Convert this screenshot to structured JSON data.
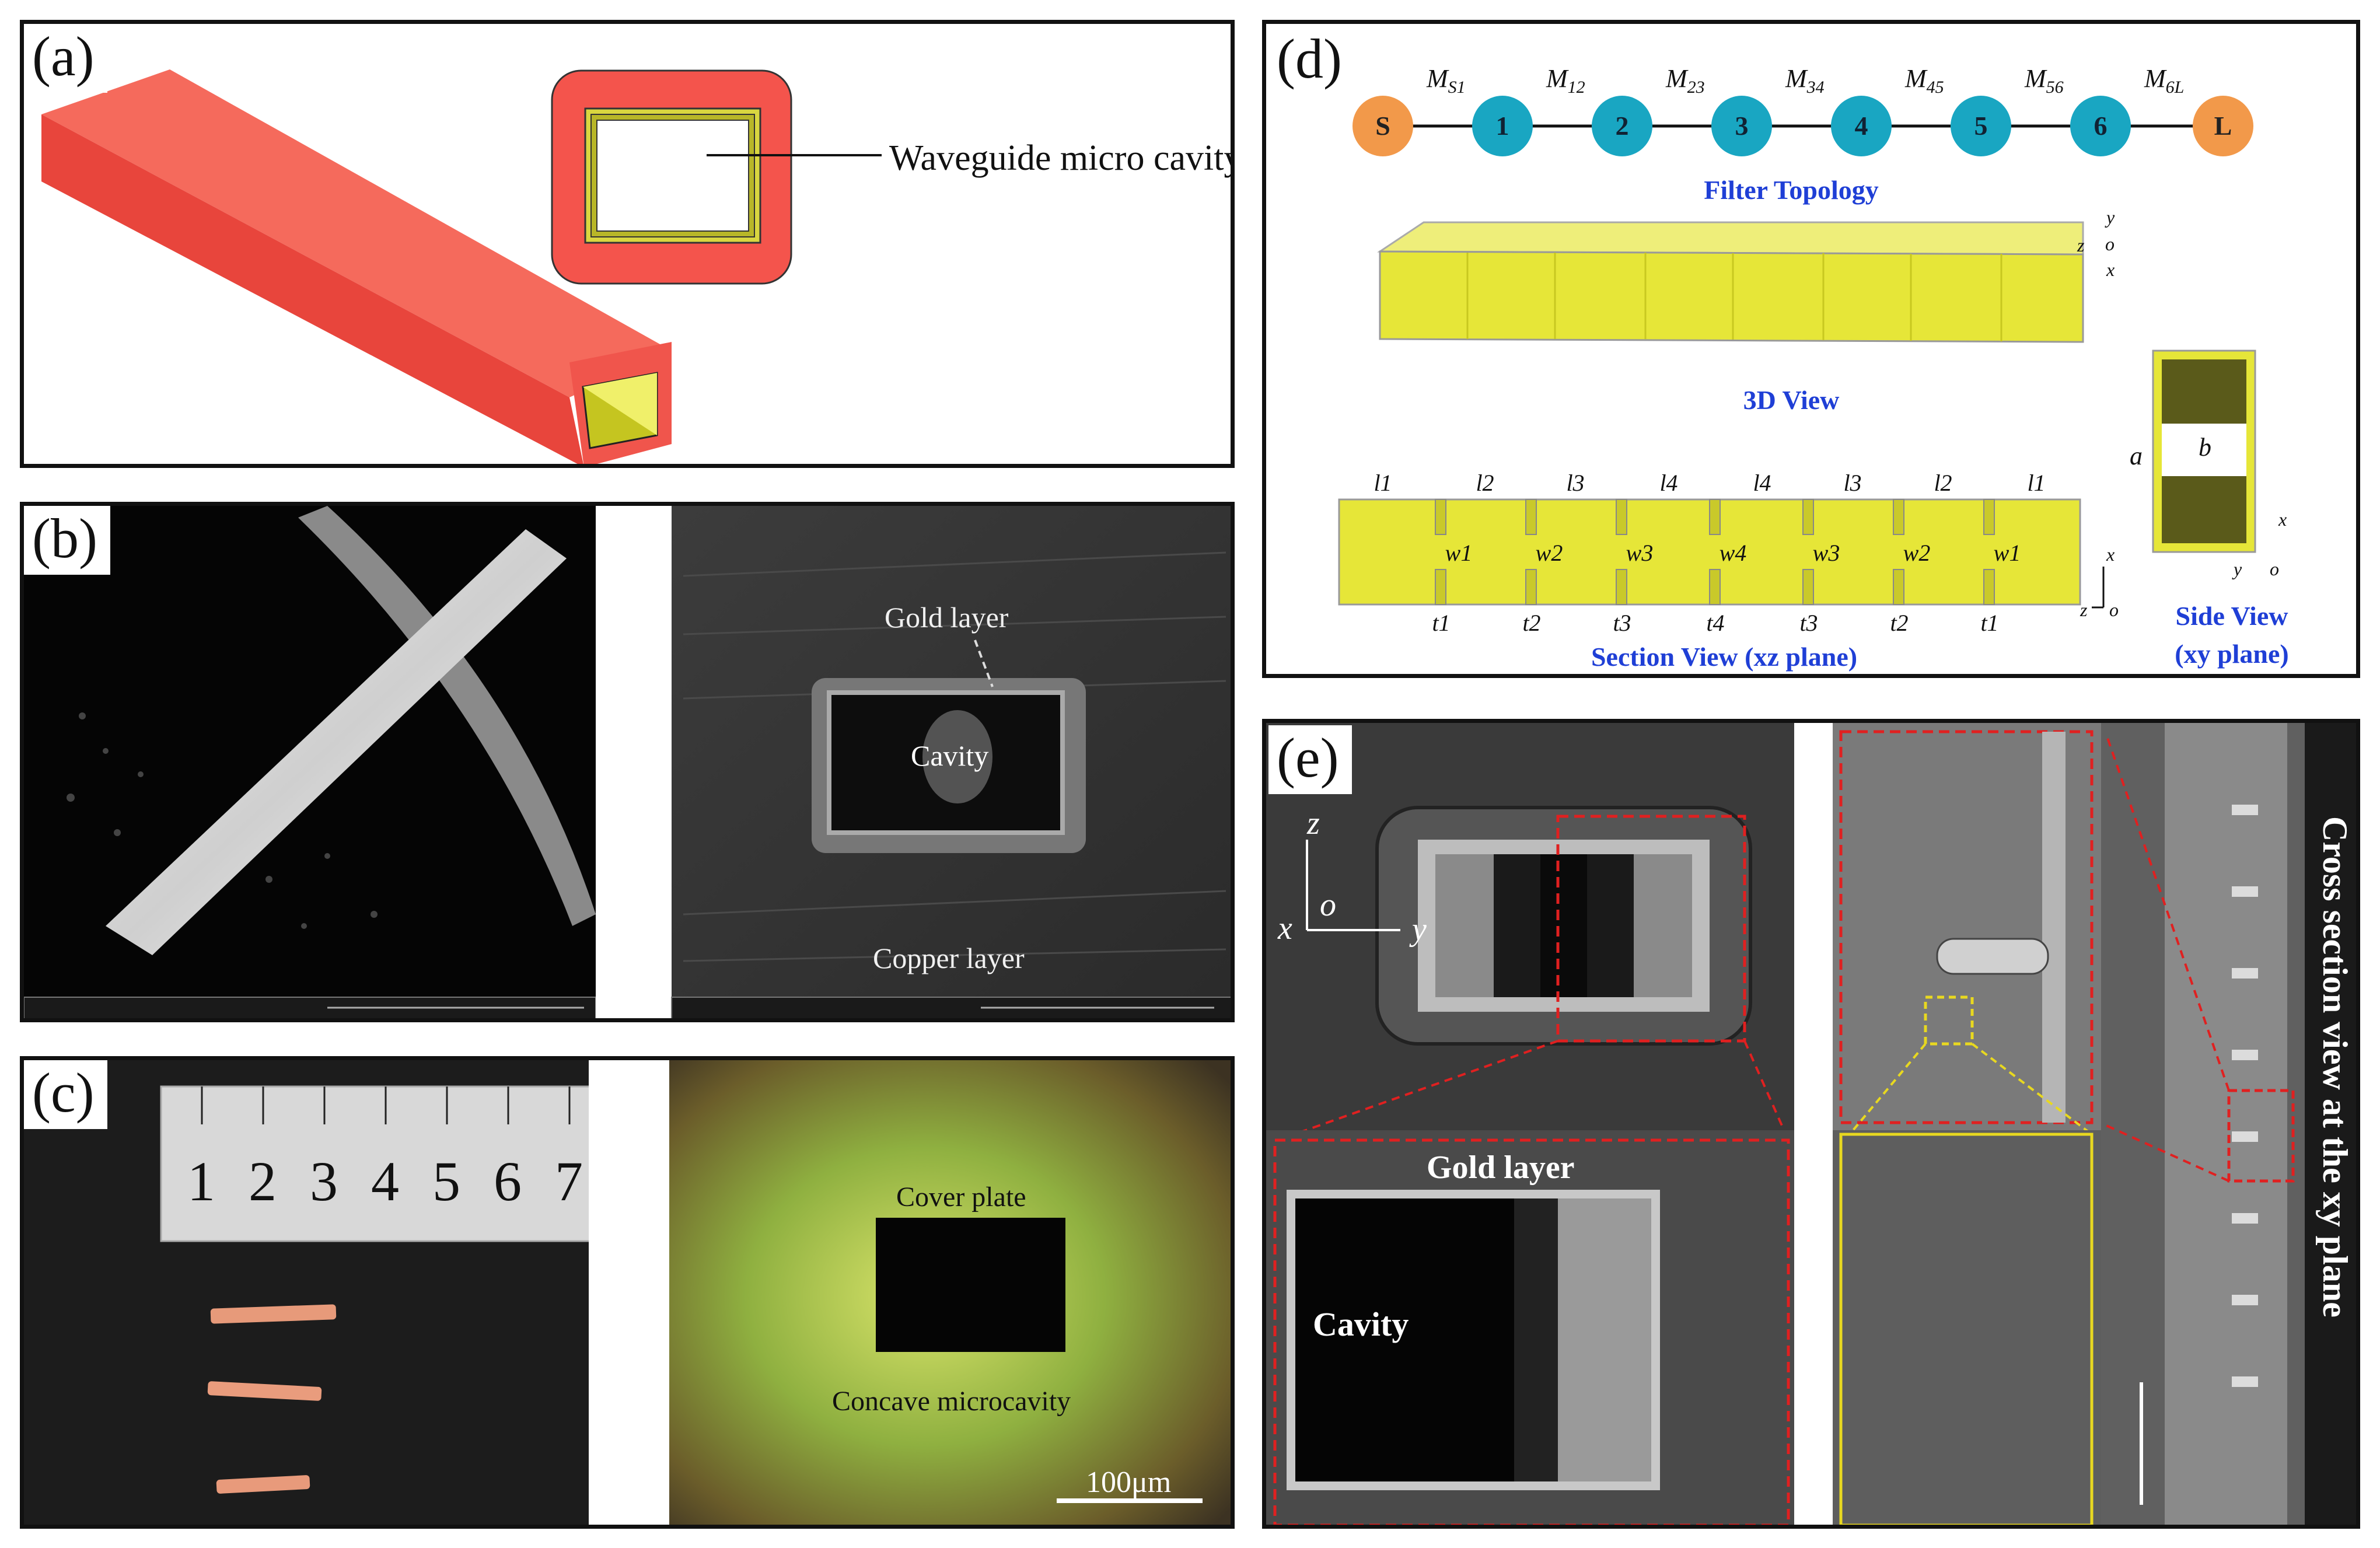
{
  "panels": {
    "a": {
      "label": "(a)",
      "annotation": "Waveguide micro cavity"
    },
    "b": {
      "label": "(b)",
      "gold_layer": "Gold layer",
      "cavity": "Cavity",
      "copper_layer": "Copper layer"
    },
    "c": {
      "label": "(c)",
      "ruler_numbers": [
        "1",
        "2",
        "3",
        "4",
        "5",
        "6",
        "7"
      ],
      "cover_plate": "Cover plate",
      "concave": "Concave microcavity",
      "scale": "100μm"
    },
    "d": {
      "label": "(d)",
      "nodes": [
        "S",
        "1",
        "2",
        "3",
        "4",
        "5",
        "6",
        "L"
      ],
      "couplings": [
        "M",
        "M",
        "M",
        "M",
        "M",
        "M",
        "M"
      ],
      "coupling_subs": [
        "S1",
        "12",
        "23",
        "34",
        "45",
        "56",
        "6L"
      ],
      "filter_topology": "Filter Topology",
      "view_3d": "3D View",
      "section_view": "Section View (xz plane)",
      "side_view_1": "Side View",
      "side_view_2": "(xy plane)",
      "l_labels": [
        "l1",
        "l2",
        "l3",
        "l4",
        "l4",
        "l3",
        "l2",
        "l1"
      ],
      "w_labels": [
        "w1",
        "w2",
        "w3",
        "w4",
        "w3",
        "w2",
        "w1"
      ],
      "t_labels": [
        "t1",
        "t2",
        "t3",
        "t4",
        "t3",
        "t2",
        "t1"
      ],
      "side_a": "a",
      "side_b": "b",
      "axis_x": "x",
      "axis_y": "y",
      "axis_z": "z",
      "axis_o": "o"
    },
    "e": {
      "label": "(e)",
      "gold_layer": "Gold layer",
      "cavity": "Cavity",
      "cross_section": "Cross section view at the xy plane",
      "axis_z": "z",
      "axis_y": "y",
      "axis_x": "x",
      "axis_o": "o"
    }
  },
  "colors": {
    "red_body": "#f4504a",
    "yellow": "#e6e64a",
    "topo_orange": "#f2994a",
    "topo_teal": "#19a6c2",
    "blue_text": "#1f3fd6",
    "dashed_red": "#e02020",
    "dashed_yellow": "#e8d820"
  }
}
